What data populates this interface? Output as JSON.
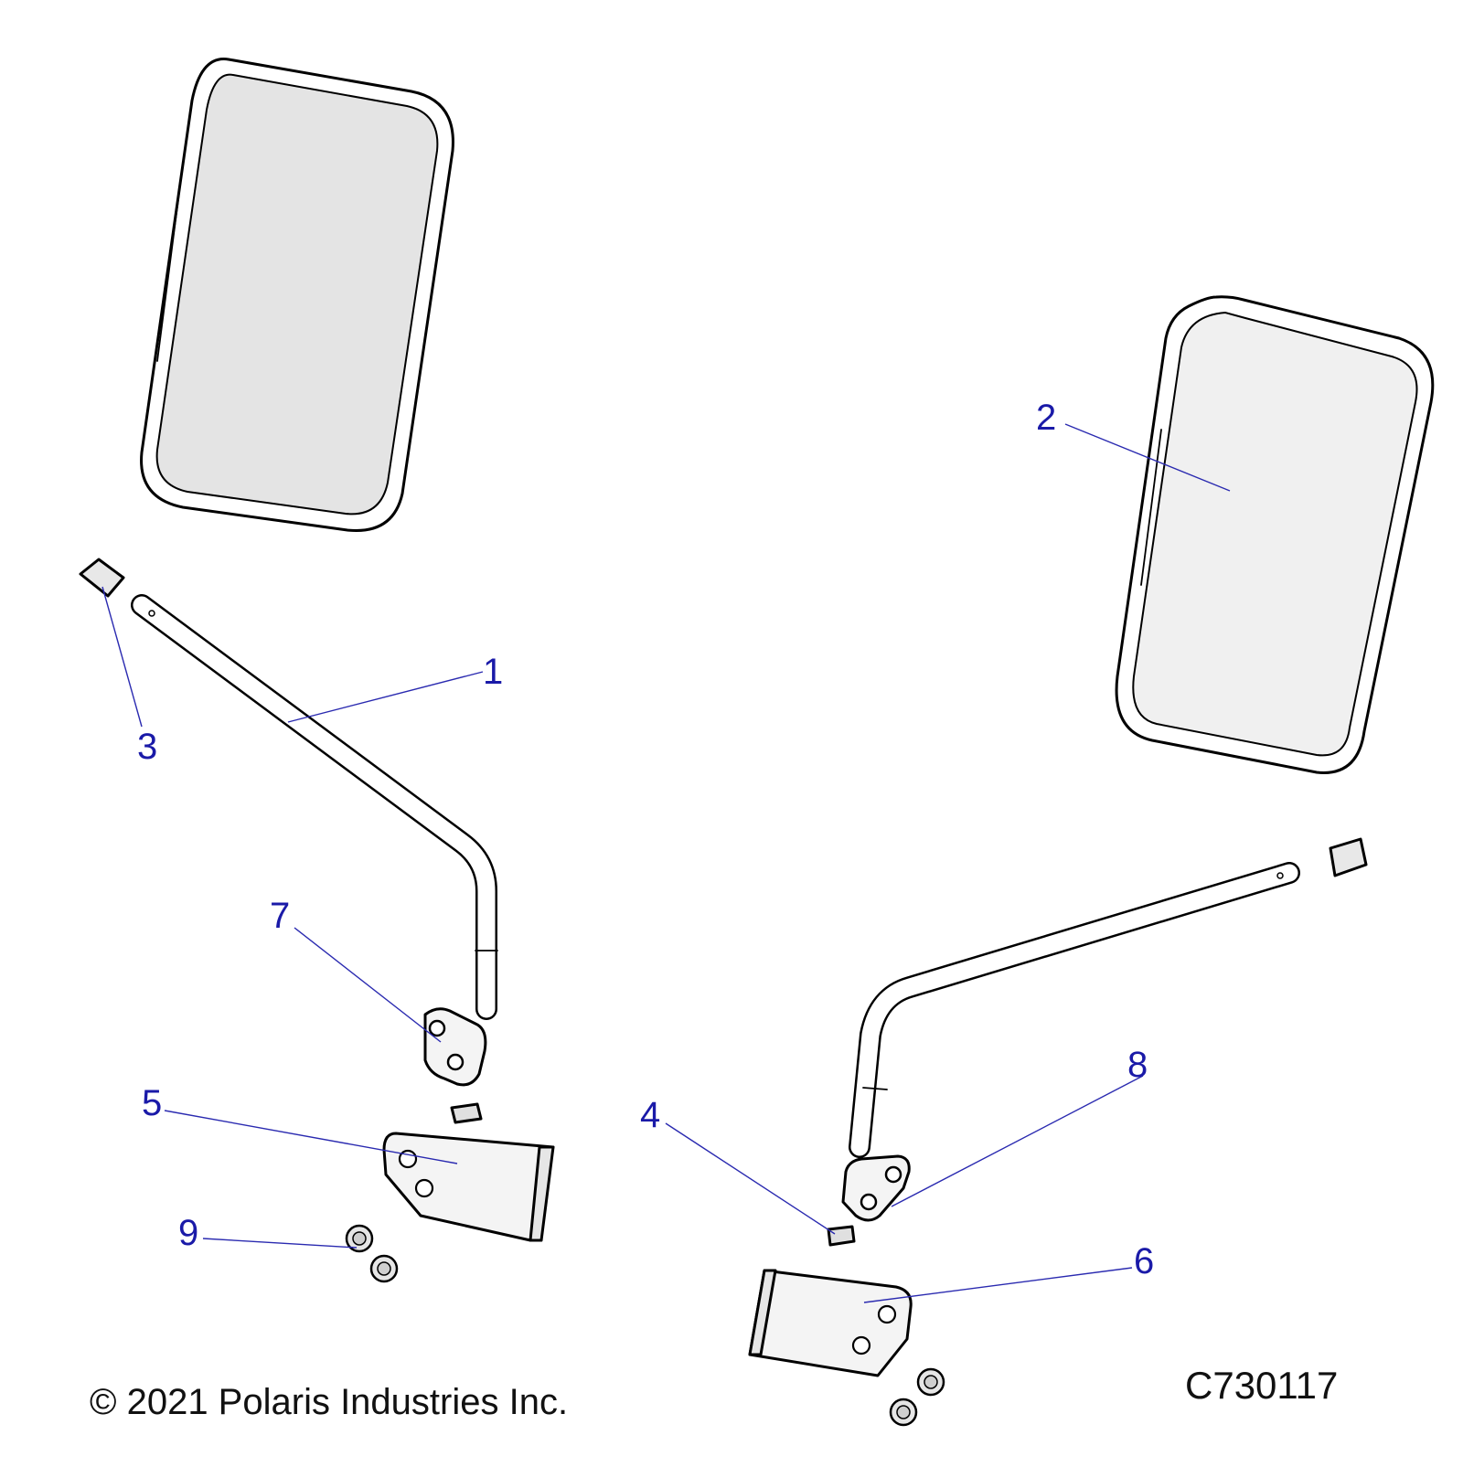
{
  "callouts": {
    "c1": "1",
    "c2": "2",
    "c3": "3",
    "c4": "4",
    "c5": "5",
    "c6": "6",
    "c7": "7",
    "c8": "8",
    "c9": "9"
  },
  "footer": {
    "copyright": "© 2021 Polaris Industries Inc.",
    "drawing_id": "C730117"
  },
  "colors": {
    "callout": "#1a1aa8",
    "mirror_glass": "#e4e4e4",
    "bracket_fill": "#f4f4f4"
  }
}
